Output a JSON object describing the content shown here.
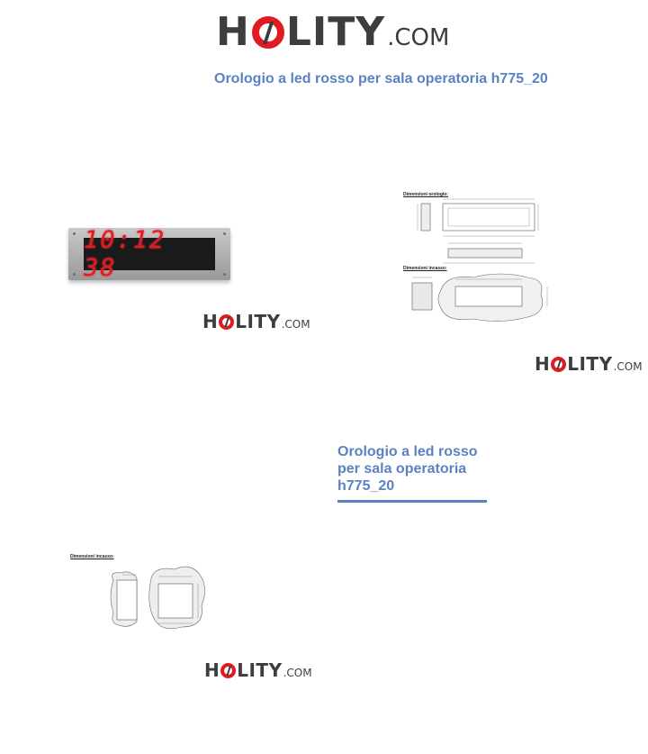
{
  "header": {
    "logo": {
      "brand_left": "H",
      "brand_right": "LITY",
      "tld": ".COM"
    },
    "title": "Orologio a led rosso per sala operatoria h775_20"
  },
  "gallery": {
    "clock_image": {
      "time_display": "10:12 38"
    },
    "logo_1": {
      "brand_left": "H",
      "brand_right": "LITY",
      "tld": ".COM"
    },
    "drawing_dimensions": {
      "label_clock": "Dimensioni orologio:",
      "label_recess": "Dimensioni incasso:"
    },
    "logo_2": {
      "brand_left": "H",
      "brand_right": "LITY",
      "tld": ".COM"
    },
    "drawing_recess": {
      "label": "Dimensioni incasso:"
    },
    "logo_3": {
      "brand_left": "H",
      "brand_right": "LITY",
      "tld": ".COM"
    }
  },
  "side_title": "Orologio a led rosso per sala operatoria h775_20",
  "colors": {
    "accent": "#5a82c3",
    "logo_red": "#e11b22",
    "logo_text": "#3d3d3d"
  }
}
